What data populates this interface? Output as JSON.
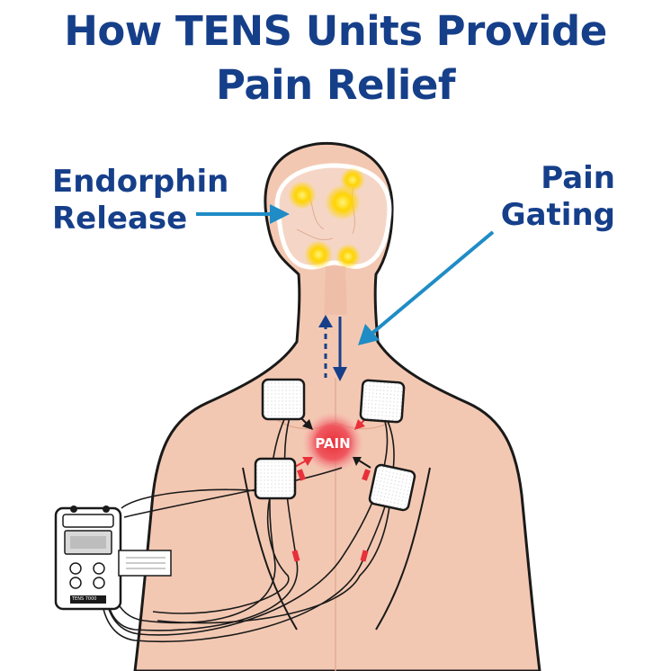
{
  "title": {
    "line1": "How TENS Units Provide",
    "line2": "Pain Relief"
  },
  "labels": {
    "endorphin_line1": "Endorphin",
    "endorphin_line2": "Release",
    "gating_line1": "Pain",
    "gating_line2": "Gating",
    "pain": "PAIN"
  },
  "device": {
    "brand": "TENS 7000"
  },
  "colors": {
    "title": "#163f8a",
    "arrow_blue": "#1f8cc6",
    "skin": "#f3c8b2",
    "pain_red": "#e8303a",
    "glow_yellow": "#ffd400"
  },
  "icons": [
    "endorphin-glow-icon",
    "pain-gating-arrow-icon",
    "electrode-pad-icon",
    "tens-device-icon"
  ]
}
